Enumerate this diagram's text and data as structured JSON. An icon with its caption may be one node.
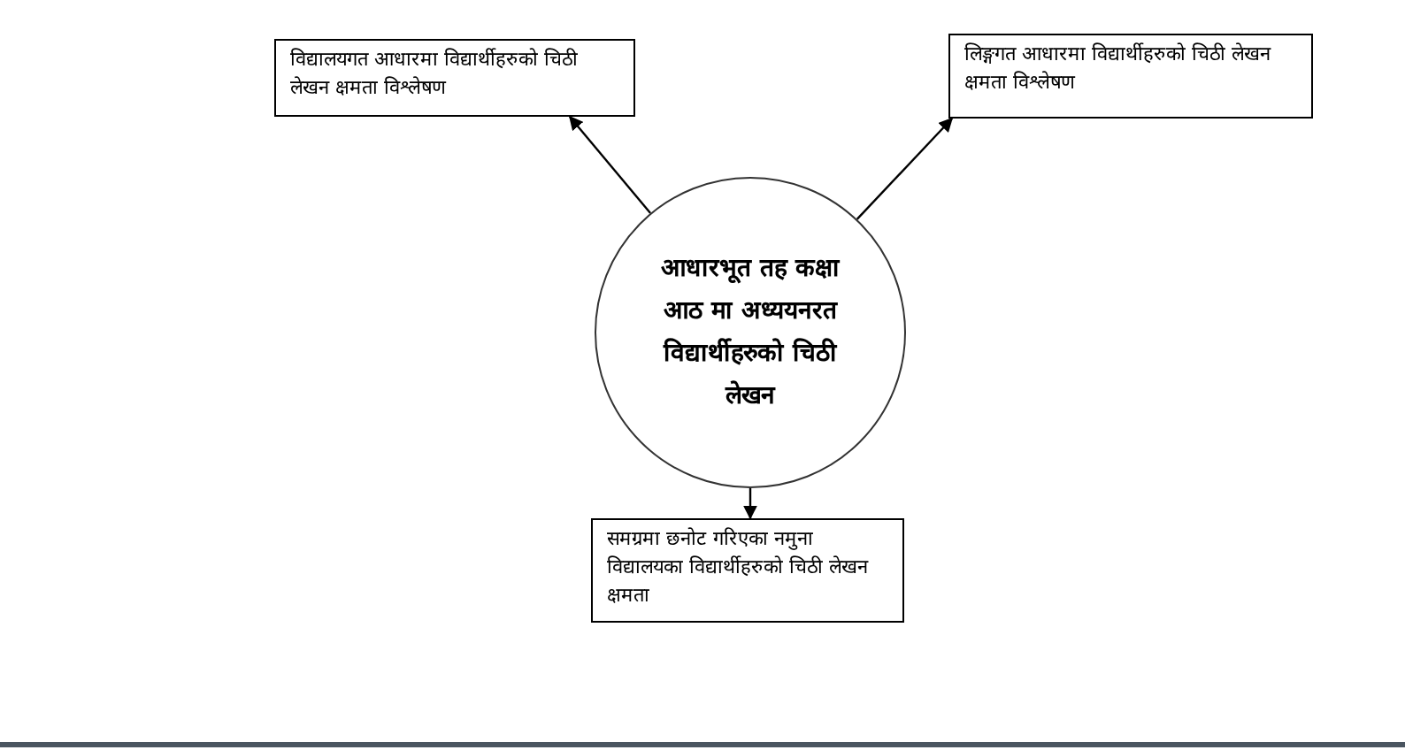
{
  "diagram": {
    "nodes": [
      {
        "text": [
          "आधारभूत तह कक्षा आठ मा अध्ययनरत विद्यार्थीहरुको चिठी लेखन"
        ]
      },
      {
        "text": [
          "विद्यालयगत आधारमा विद्यार्थीहरुको चिठी लेखन क्षमता विश्लेषण"
        ]
      },
      {
        "text": [
          "लिङ्गगत आधारमा विद्यार्थीहरुको चिठी लेखन क्षमता विश्लेषण"
        ]
      },
      {
        "text": [
          "समग्रमा छनोट गरिएका नमुना विद्यालयका विद्यार्थीहरुको चिठी लेखन क्षमता"
        ]
      }
    ],
    "edges": [
      {
        "from": 0,
        "to": 1,
        "arrow": "to"
      },
      {
        "from": 0,
        "to": 2,
        "arrow": "to"
      },
      {
        "from": 0,
        "to": 3,
        "arrow": "to"
      }
    ]
  }
}
